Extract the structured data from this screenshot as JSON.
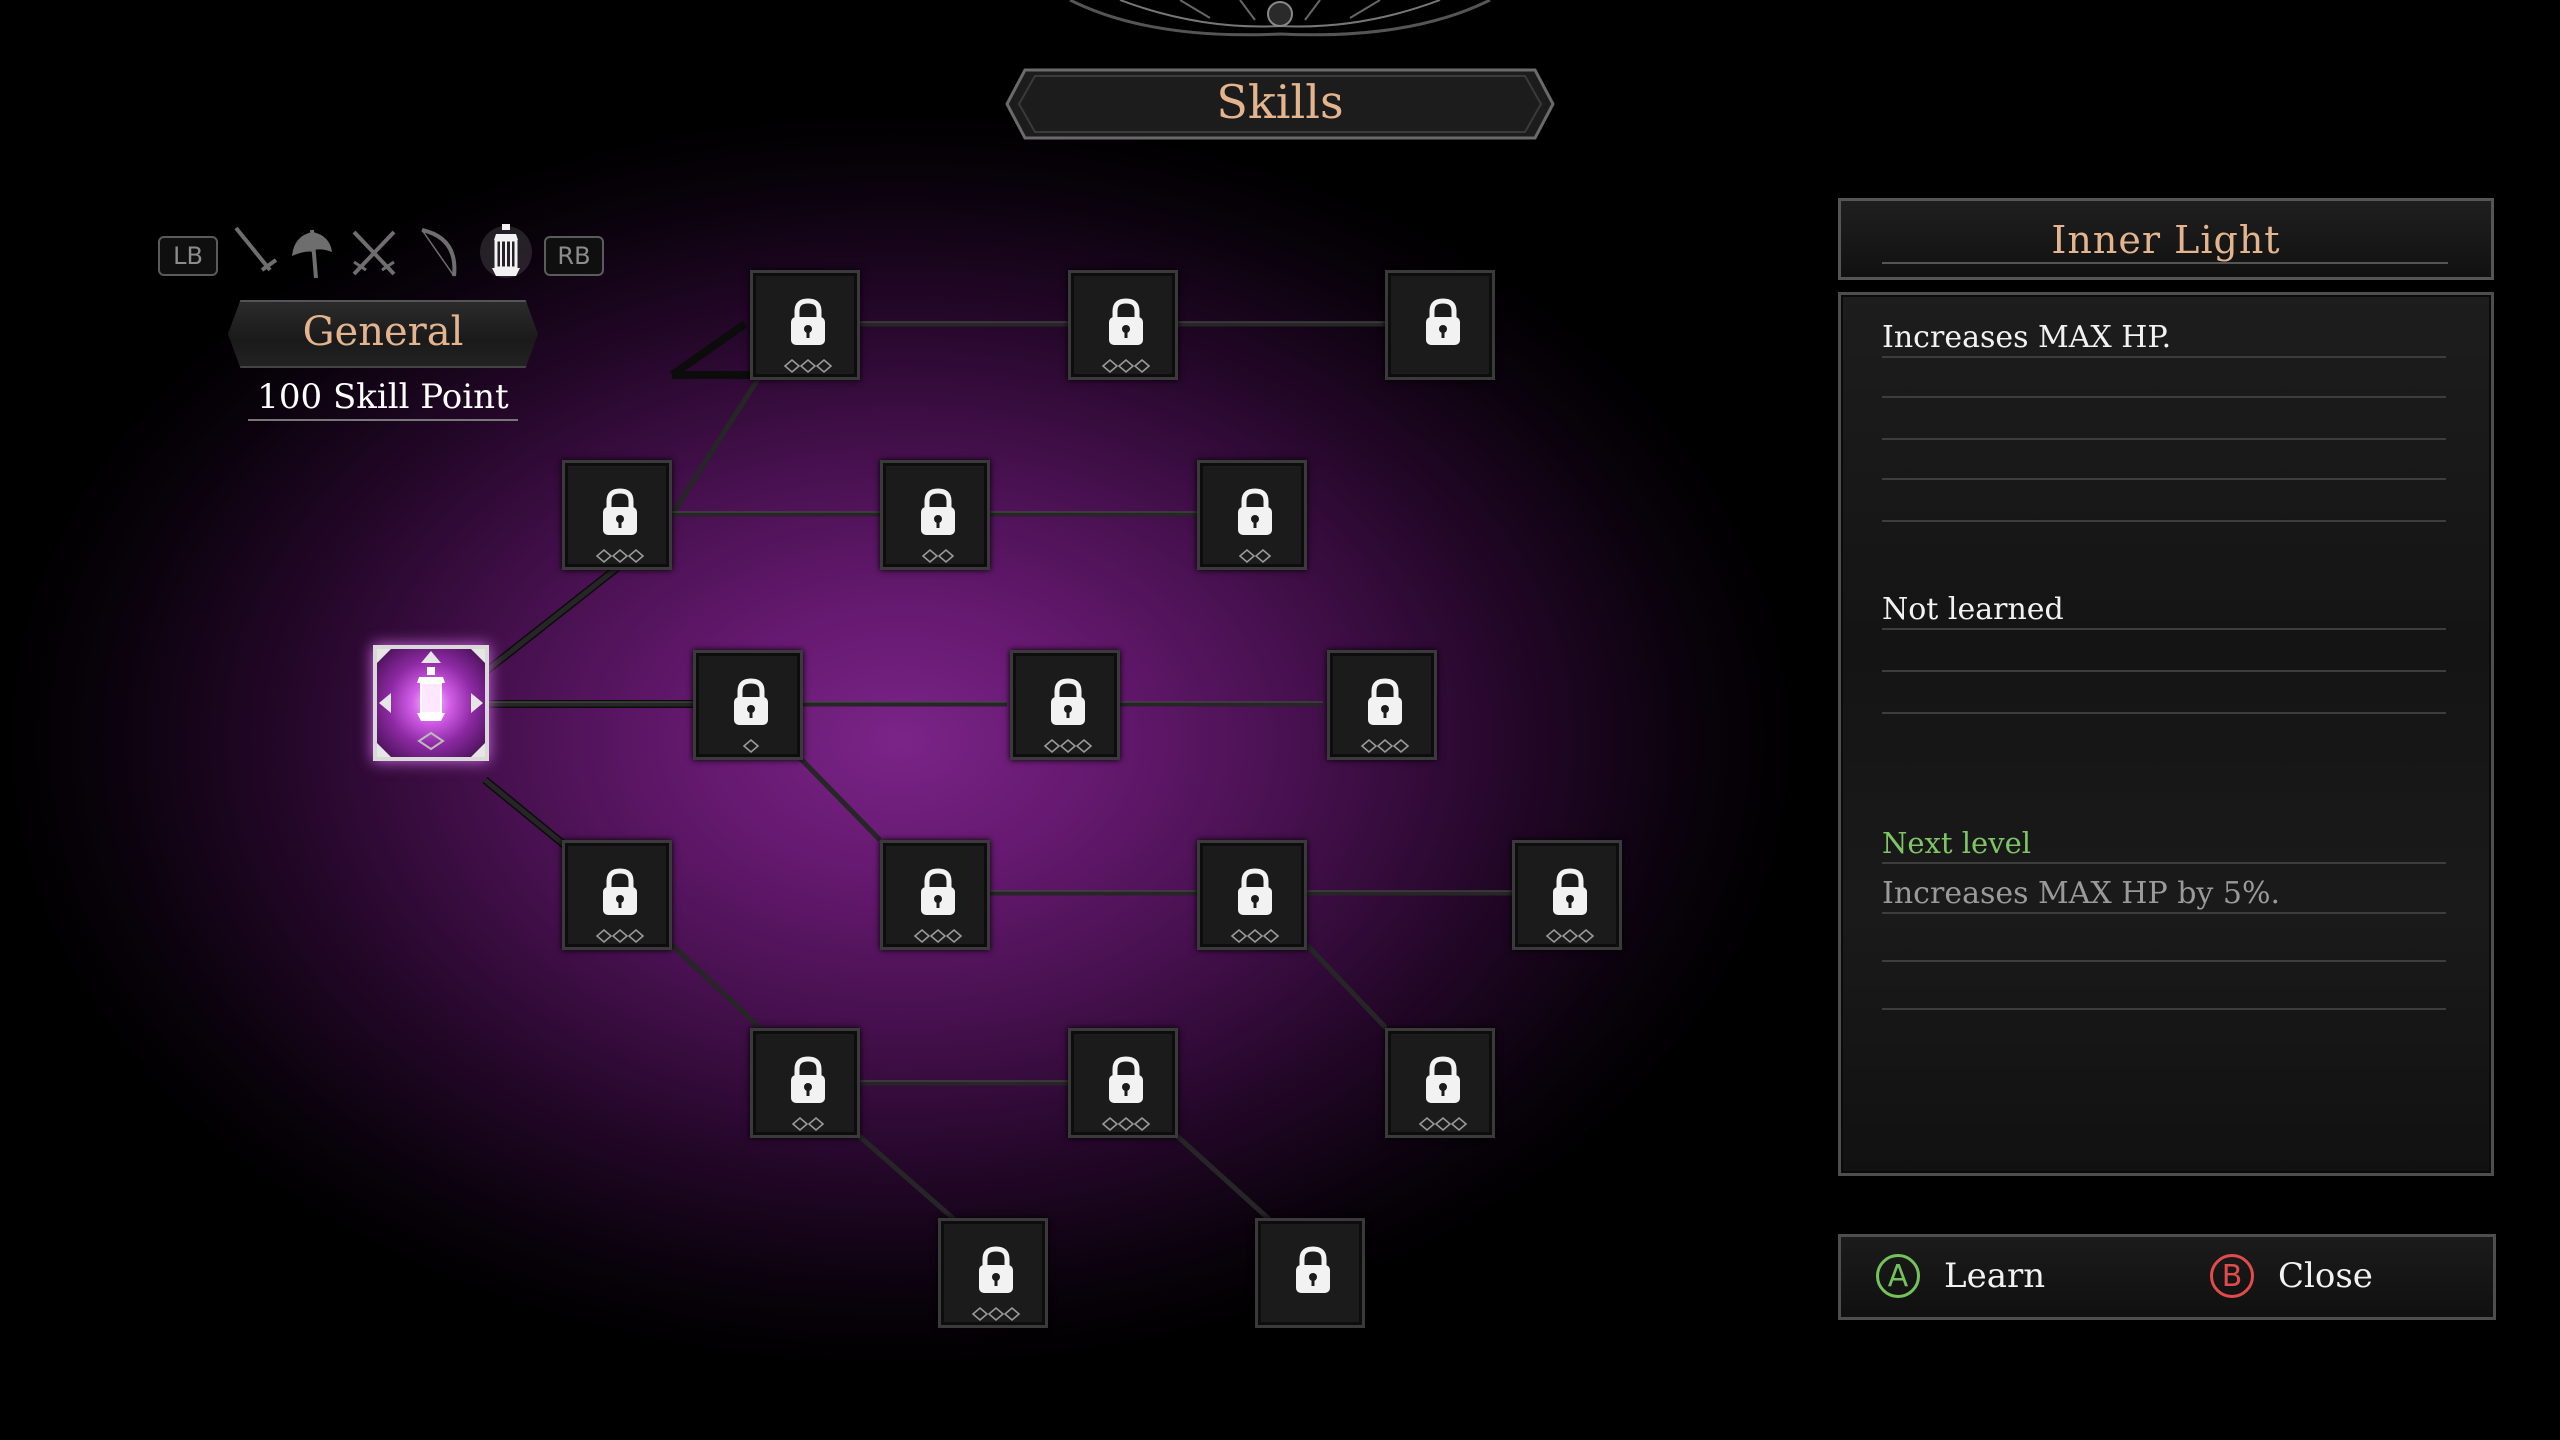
{
  "header": {
    "title": "Skills"
  },
  "category": {
    "left_bumper": "LB",
    "right_bumper": "RB",
    "weapons": [
      "sword-icon",
      "axe-icon",
      "crossed-swords-icon",
      "bow-icon",
      "lantern-icon"
    ],
    "selected_weapon": "lantern-icon",
    "name": "General",
    "skill_points": "100 Skill Point"
  },
  "tree": {
    "root_icon": "lantern-icon",
    "locked_icon": "lock-icon"
  },
  "detail": {
    "skill_name": "Inner Light",
    "description": "Increases MAX HP.",
    "status": "Not learned",
    "next_level_label": "Next level",
    "next_level_description": "Increases MAX HP by 5%."
  },
  "actions": {
    "learn": {
      "glyph": "A",
      "label": "Learn"
    },
    "close": {
      "glyph": "B",
      "label": "Close"
    }
  },
  "colors": {
    "title": "#e3b48d",
    "next_level": "#7fc466",
    "button_a": "#74c25a",
    "button_b": "#e24b4b",
    "glow": "#7a2488"
  }
}
